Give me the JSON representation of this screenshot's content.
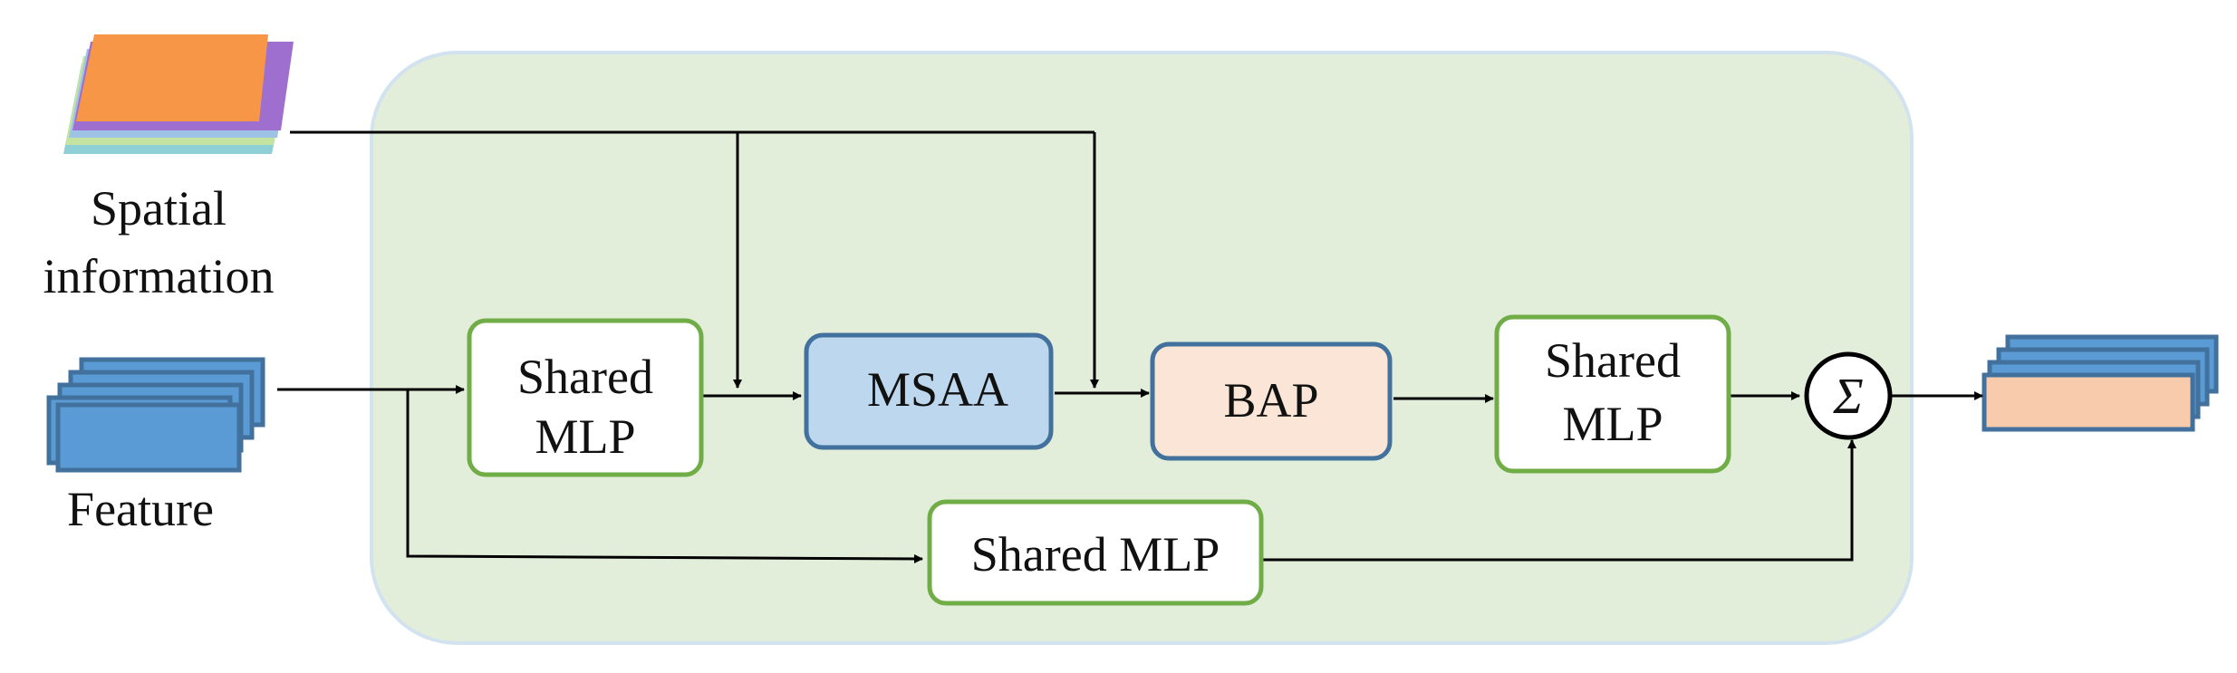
{
  "inputs": {
    "spatial": {
      "line1": "Spatial",
      "line2": "information"
    },
    "feature": "Feature"
  },
  "blocks": {
    "mlp1": {
      "line1": "Shared",
      "line2": "MLP"
    },
    "msaa": "MSAA",
    "bap": "BAP",
    "mlp2": {
      "line1": "Shared",
      "line2": "MLP"
    },
    "mlp_bottom": "Shared MLP",
    "sum": "Σ"
  },
  "colors": {
    "panel_fill": "#e2eed9",
    "panel_stroke": "#d2e2ee",
    "mlp_border": "#70ad47",
    "msaa_fill": "#bdd7ee",
    "box_border": "#41719c",
    "bap_fill": "#fbe5d6",
    "feature_fill": "#5b9bd5",
    "output_fill": "#f8cbad",
    "spatial_top": "#f79646",
    "line": "#000000"
  },
  "icons": {
    "spatial": "stacked-colored-layers-icon",
    "feature": "stacked-blue-layers-icon",
    "output": "stacked-output-layers-icon"
  }
}
